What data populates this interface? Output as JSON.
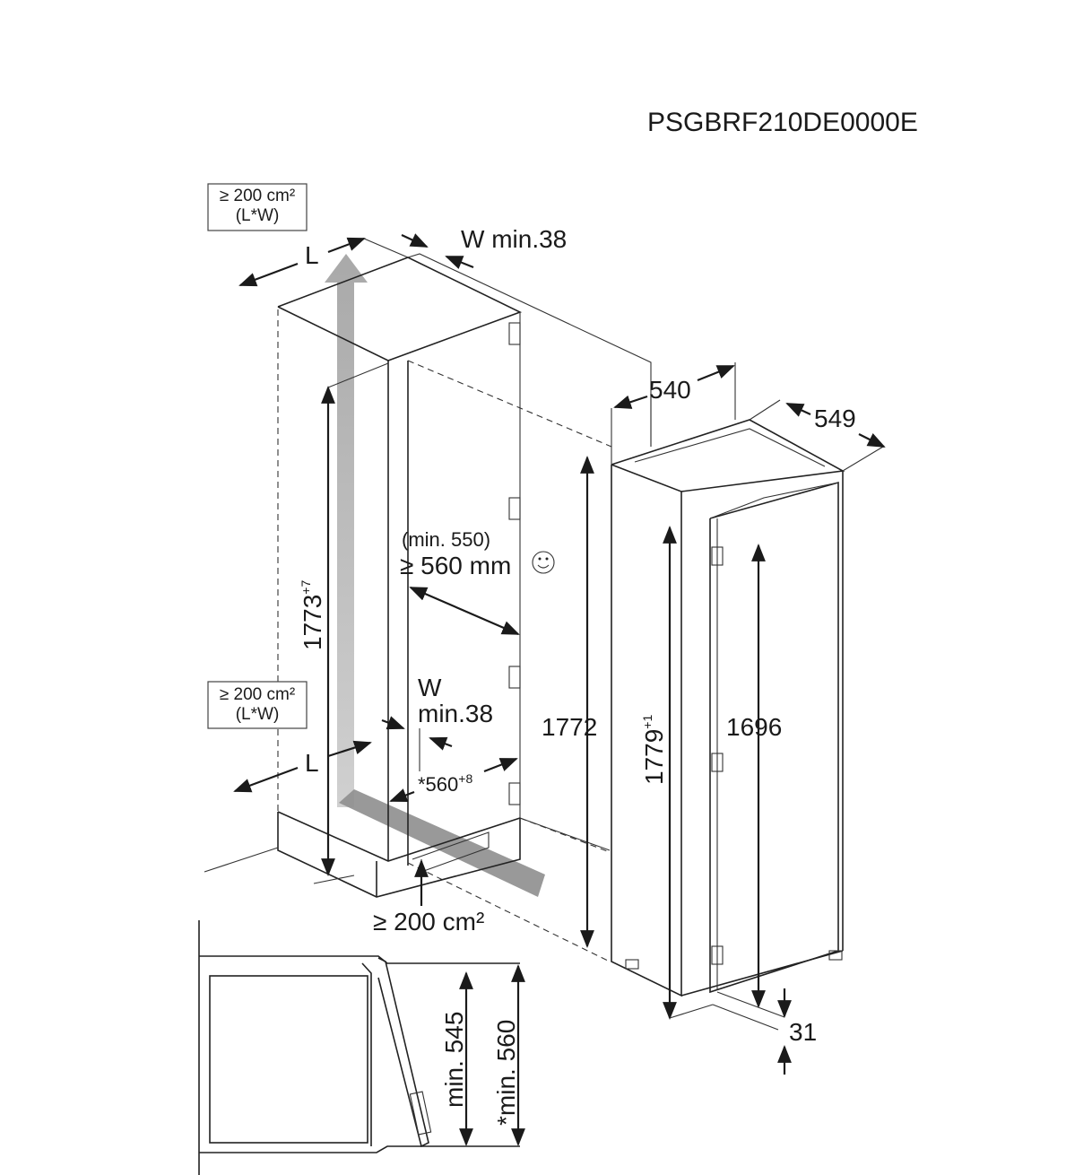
{
  "model_code": "PSGBRF210DE0000E",
  "vent_label_top": {
    "line1": "≥ 200 cm²",
    "line2": "(L*W)"
  },
  "vent_label_mid": {
    "line1": "≥ 200 cm²",
    "line2": "(L*W)"
  },
  "vent_label_bottom": "≥ 200 cm²",
  "label_L_top": "L",
  "label_L_bottom": "L",
  "gap_top": "W min.38",
  "gap_bottom": {
    "line1": "W",
    "line2": "min.38"
  },
  "niche_height": {
    "value": "1773",
    "tolerance": "+7"
  },
  "niche_depth": {
    "line1": "(min. 550)",
    "line2": "≥ 560 mm"
  },
  "niche_width": {
    "prefix": "*560",
    "tolerance": "+8"
  },
  "appliance_height_total": "1772",
  "appliance_height": {
    "value": "1779",
    "tolerance": "+1"
  },
  "door_height": "1696",
  "appliance_width": "540",
  "appliance_depth": "549",
  "foot_offset": "31",
  "door_clearance_a": "min. 545",
  "door_clearance_b": "*min. 560"
}
